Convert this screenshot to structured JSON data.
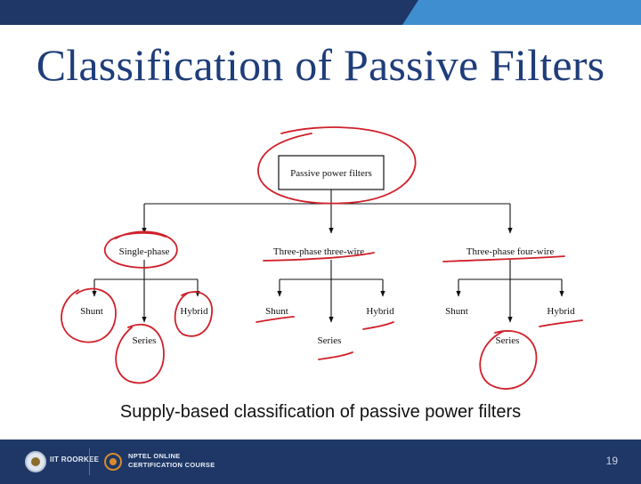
{
  "slide": {
    "title": "Classification of Passive Filters",
    "caption": "Supply-based classification of passive power filters",
    "page_number": "19"
  },
  "diagram": {
    "root": "Passive power filters",
    "branches": [
      {
        "label": "Single-phase",
        "children": [
          "Shunt",
          "Series",
          "Hybrid"
        ]
      },
      {
        "label": "Three-phase three-wire",
        "children": [
          "Shunt",
          "Series",
          "Hybrid"
        ]
      },
      {
        "label": "Three-phase four-wire",
        "children": [
          "Shunt",
          "Series",
          "Hybrid"
        ]
      }
    ]
  },
  "footer": {
    "institute": "IIT ROORKEE",
    "program_line1": "NPTEL ONLINE",
    "program_line2": "CERTIFICATION COURSE"
  },
  "colors": {
    "title": "#1f3d7a",
    "footer_bg": "#1e3766",
    "header_dark": "#1e3766",
    "header_accent": "#3f8fd0",
    "annotation": "#d0202a"
  }
}
